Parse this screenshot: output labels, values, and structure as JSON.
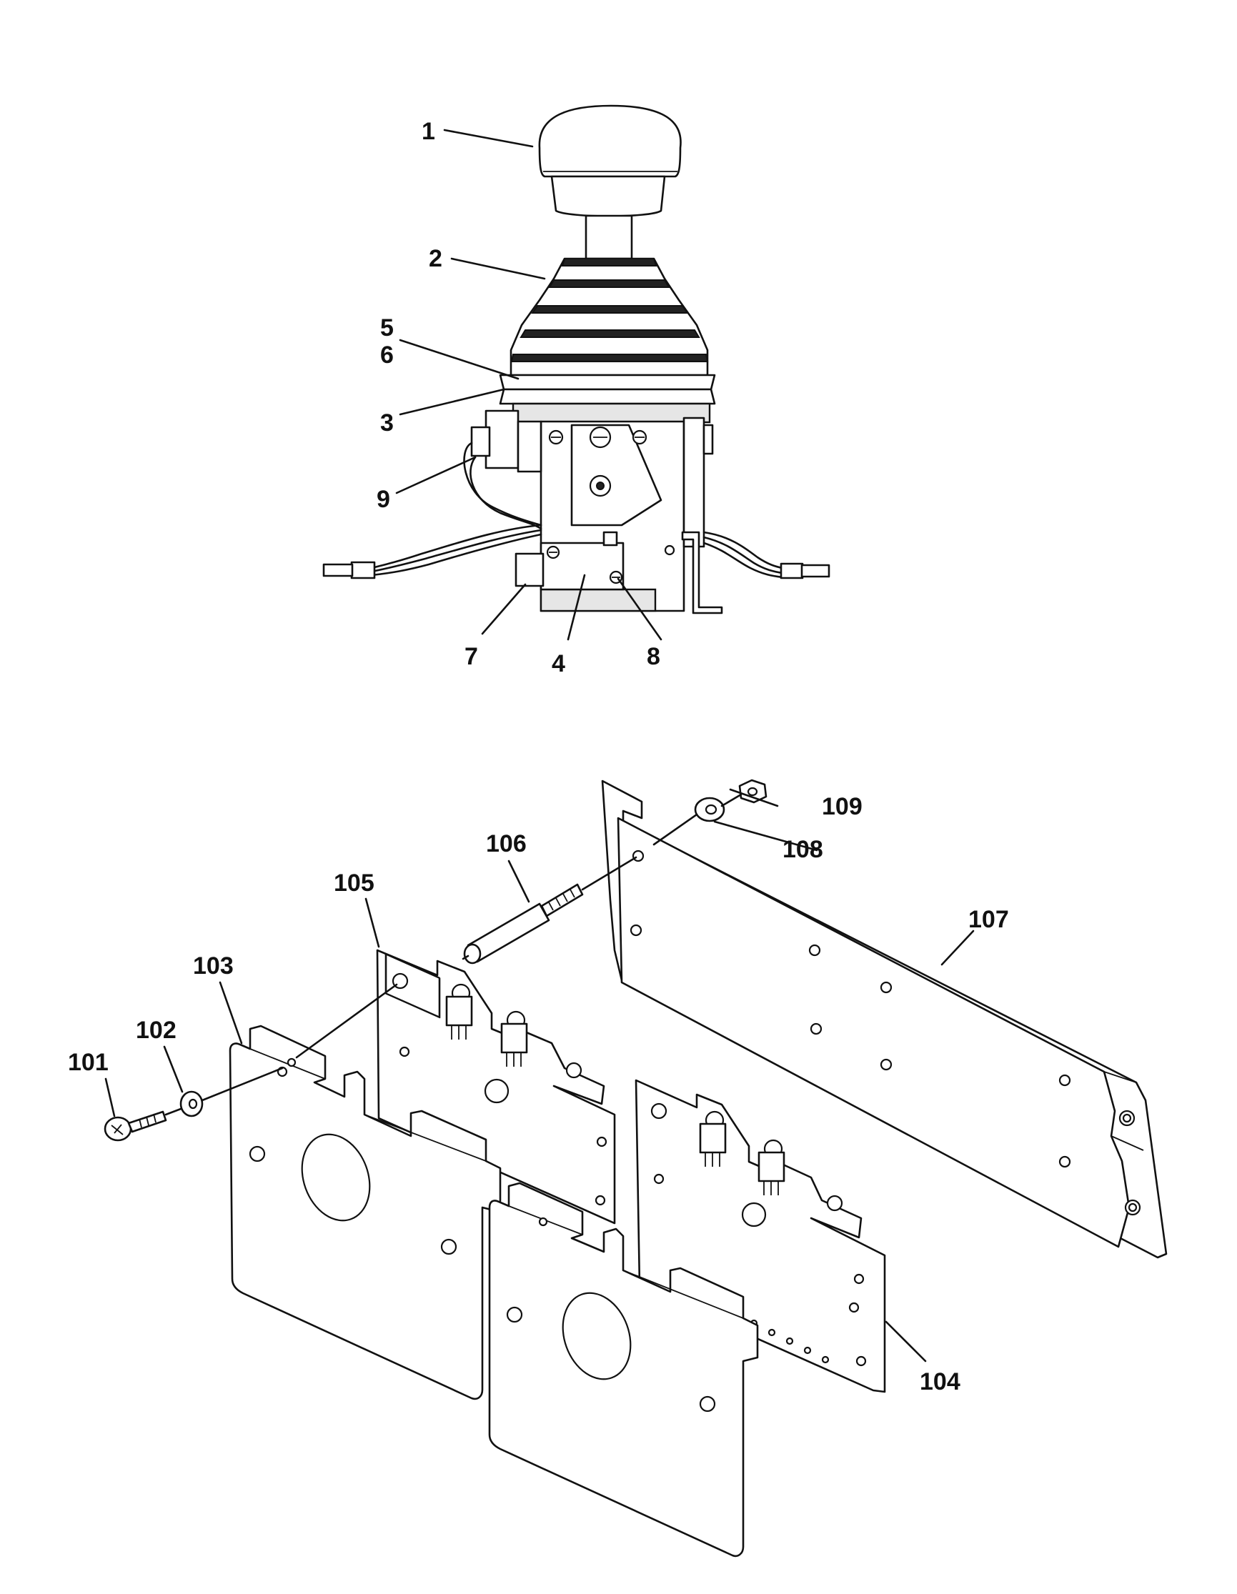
{
  "upper_assembly_labels": {
    "l1": "1",
    "l2": "2",
    "l3": "3",
    "l4": "4",
    "l5": "5",
    "l6": "6",
    "l7": "7",
    "l8": "8",
    "l9": "9"
  },
  "lower_assembly_labels": {
    "l101": "101",
    "l102": "102",
    "l103": "103",
    "l104": "104",
    "l105": "105",
    "l106": "106",
    "l107": "107",
    "l108": "108",
    "l109": "109"
  }
}
